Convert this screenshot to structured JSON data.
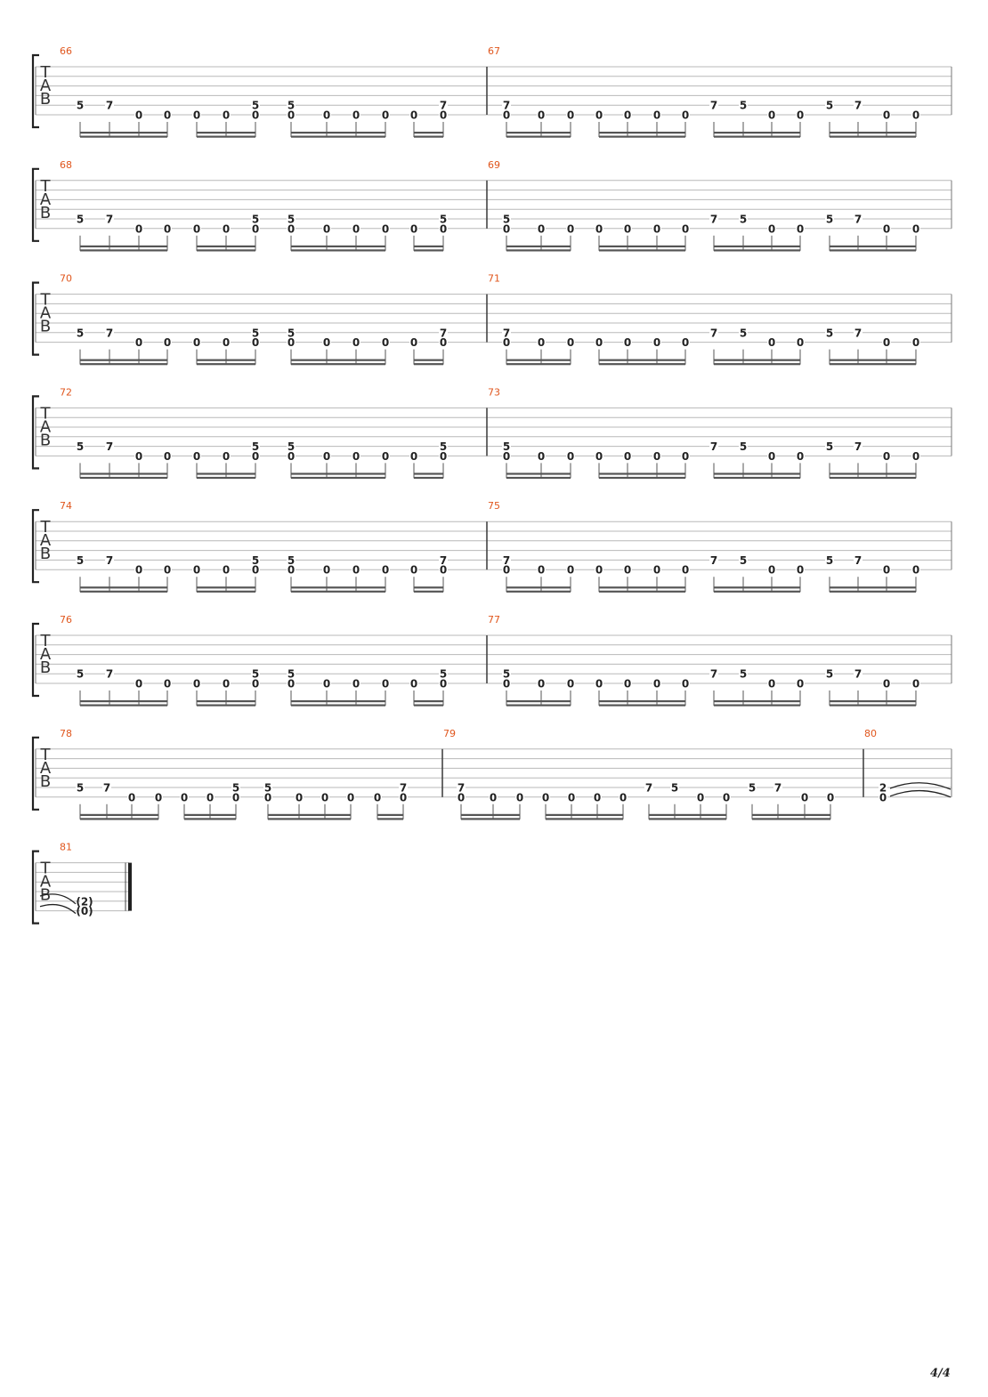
{
  "page": {
    "number": "4/4"
  },
  "tab": {
    "clef": [
      "T",
      "A",
      "B"
    ]
  },
  "measures": {
    "66": [
      [
        "5",
        null
      ],
      [
        "7",
        null
      ],
      [
        null,
        "0"
      ],
      [
        null,
        "0"
      ],
      [
        null,
        "0"
      ],
      [
        null,
        "0"
      ],
      [
        "5",
        "0"
      ],
      [
        "5",
        "0"
      ],
      [
        null,
        "0"
      ],
      [
        null,
        "0"
      ],
      [
        null,
        "0"
      ],
      [
        null,
        "0"
      ],
      [
        "7",
        "0"
      ]
    ],
    "67": [
      [
        "7",
        "0"
      ],
      [
        null,
        "0"
      ],
      [
        null,
        "0"
      ],
      [
        null,
        "0"
      ],
      [
        null,
        "0"
      ],
      [
        null,
        "0"
      ],
      [
        null,
        "0"
      ],
      [
        "7",
        null
      ],
      [
        "5",
        null
      ],
      [
        null,
        "0"
      ],
      [
        null,
        "0"
      ],
      [
        "5",
        null
      ],
      [
        "7",
        null
      ],
      [
        null,
        "0"
      ],
      [
        null,
        "0"
      ]
    ],
    "68": [
      [
        "5",
        null
      ],
      [
        "7",
        null
      ],
      [
        null,
        "0"
      ],
      [
        null,
        "0"
      ],
      [
        null,
        "0"
      ],
      [
        null,
        "0"
      ],
      [
        "5",
        "0"
      ],
      [
        "5",
        "0"
      ],
      [
        null,
        "0"
      ],
      [
        null,
        "0"
      ],
      [
        null,
        "0"
      ],
      [
        null,
        "0"
      ],
      [
        "5",
        "0"
      ]
    ],
    "69": [
      [
        "5",
        "0"
      ],
      [
        null,
        "0"
      ],
      [
        null,
        "0"
      ],
      [
        null,
        "0"
      ],
      [
        null,
        "0"
      ],
      [
        null,
        "0"
      ],
      [
        null,
        "0"
      ],
      [
        "7",
        null
      ],
      [
        "5",
        null
      ],
      [
        null,
        "0"
      ],
      [
        null,
        "0"
      ],
      [
        "5",
        null
      ],
      [
        "7",
        null
      ],
      [
        null,
        "0"
      ],
      [
        null,
        "0"
      ]
    ],
    "78": [
      [
        "5",
        null
      ],
      [
        "7",
        null
      ],
      [
        null,
        "0"
      ],
      [
        null,
        "0"
      ],
      [
        null,
        "0"
      ],
      [
        null,
        "0"
      ],
      [
        "5",
        "0"
      ],
      [
        "5",
        "0"
      ],
      [
        null,
        "0"
      ],
      [
        null,
        "0"
      ],
      [
        null,
        "0"
      ],
      [
        null,
        "0"
      ],
      [
        "7",
        "0"
      ]
    ],
    "79": [
      [
        "7",
        "0"
      ],
      [
        null,
        "0"
      ],
      [
        null,
        "0"
      ],
      [
        null,
        "0"
      ],
      [
        null,
        "0"
      ],
      [
        null,
        "0"
      ],
      [
        null,
        "0"
      ],
      [
        "7",
        null
      ],
      [
        "5",
        null
      ],
      [
        null,
        "0"
      ],
      [
        null,
        "0"
      ],
      [
        "5",
        null
      ],
      [
        "7",
        null
      ],
      [
        null,
        "0"
      ],
      [
        null,
        "0"
      ]
    ],
    "80": [
      [
        "2",
        "0"
      ]
    ],
    "81": [
      [
        "(2)",
        "(0)"
      ]
    ]
  },
  "systems": [
    {
      "measures": [
        "66",
        "67"
      ]
    },
    {
      "measures": [
        "68",
        "69"
      ]
    },
    {
      "measures": [
        "70",
        "71"
      ],
      "content": [
        "66",
        "67"
      ]
    },
    {
      "measures": [
        "72",
        "73"
      ],
      "content": [
        "68",
        "69"
      ]
    },
    {
      "measures": [
        "74",
        "75"
      ],
      "content": [
        "66",
        "67"
      ]
    },
    {
      "measures": [
        "76",
        "77"
      ],
      "content": [
        "68",
        "69"
      ]
    },
    {
      "measures": [
        "78",
        "79",
        "80"
      ]
    },
    {
      "measures": [
        "81"
      ]
    }
  ]
}
